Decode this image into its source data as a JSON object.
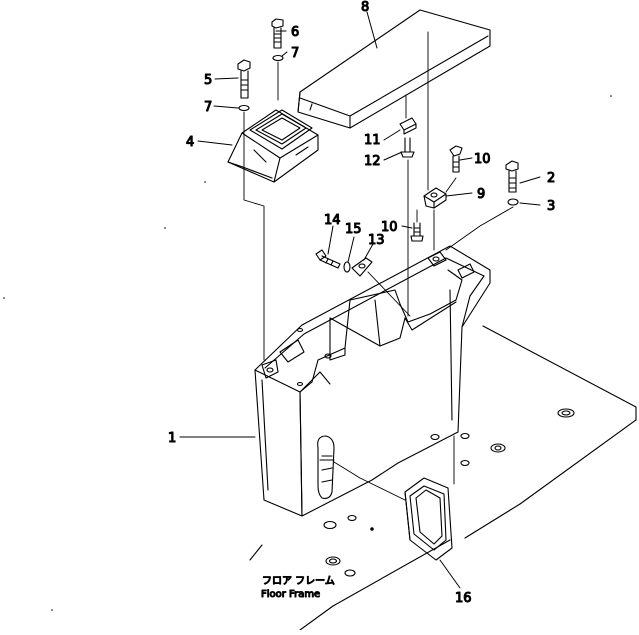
{
  "callouts": {
    "c1": "1",
    "c2": "2",
    "c3": "3",
    "c4": "4",
    "c5": "5",
    "c6": "6",
    "c7a": "7",
    "c7b": "7",
    "c8": "8",
    "c9": "9",
    "c10a": "10",
    "c10b": "10",
    "c11": "11",
    "c12": "12",
    "c13": "13",
    "c14": "14",
    "c15": "15",
    "c16": "16"
  },
  "caption": {
    "japanese": "フロア フレーム",
    "english": "Floor Frame"
  }
}
